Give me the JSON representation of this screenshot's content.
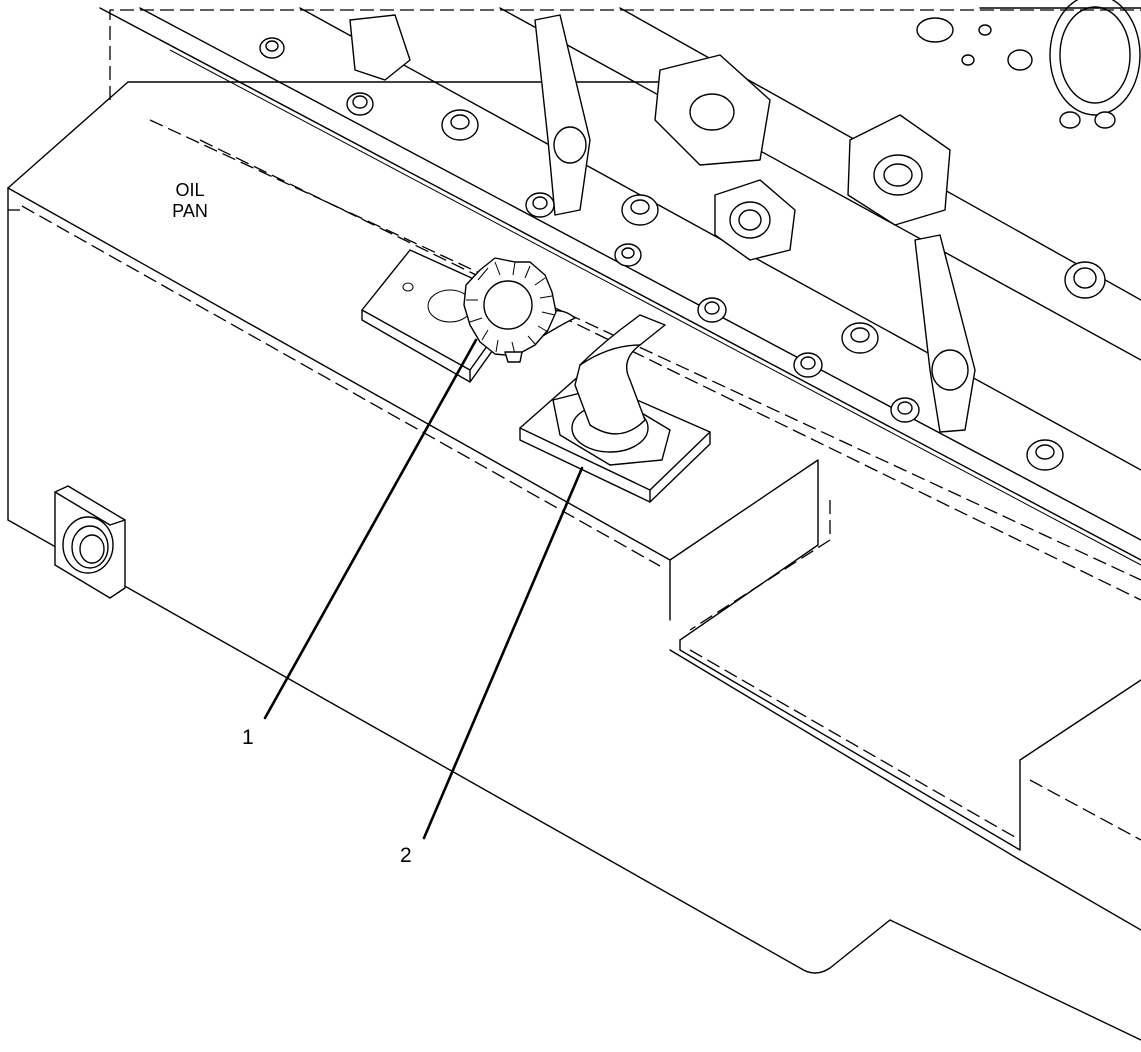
{
  "labels": {
    "oil_pan": "OIL\nPAN",
    "callout_1": "1",
    "callout_2": "2"
  },
  "colors": {
    "line": "#000000",
    "background": "#ffffff"
  }
}
